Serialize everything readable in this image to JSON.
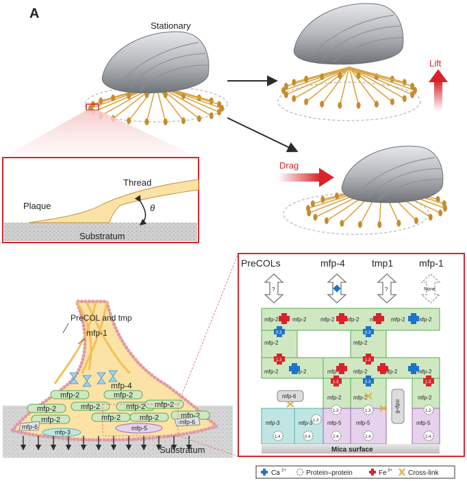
{
  "panel": {
    "label": "A"
  },
  "top": {
    "stationary": "Stationary",
    "lift": "Lift",
    "drag": "Drag"
  },
  "inset": {
    "thread": "Thread",
    "plaque": "Plaque",
    "theta": "θ",
    "substratum": "Substratum"
  },
  "plaque_diagram": {
    "precol_tmp": "PreCOL and tmp",
    "mfp1": "mfp-1",
    "mfp4": "mfp-4",
    "mfp2": "mfp-2",
    "mfp3": "mfp-3",
    "mfp5": "mfp-5",
    "mfp6": "mfp-6",
    "substratum": "Substratum"
  },
  "detail": {
    "headers": [
      "PreCOLs",
      "mfp-4",
      "tmp1",
      "mfp-1"
    ],
    "arrow_labels": {
      "q1": "?",
      "q2": "?",
      "none": "None"
    },
    "mfp2": "mfp-2",
    "mfp3": "mfp-3",
    "mfp5": "mfp-5",
    "mfp6": "mfp-6",
    "values": {
      "v03": "0.3",
      "v13": "1.3",
      "v14": "1.4",
      "v04": "0.4",
      "v24": "2.4"
    },
    "mica": "Mica surface"
  },
  "legend": {
    "ca": "Ca",
    "ca_sup": "2+",
    "pp": "Protein–protein",
    "fe": "Fe",
    "fe_sup": "3+",
    "xl": "Cross-link"
  },
  "colors": {
    "shell": "#a9acb1",
    "thread": "#d9a441",
    "plaque_fill": "#fbe3a6",
    "red_frame": "#d8232a",
    "mfp2_fill": "#cfe8c2",
    "mfp2_stroke": "#59a84f",
    "mfp3_fill": "#bfe6e3",
    "mfp5_fill": "#e6d2ec",
    "ca_blue": "#1e74c8",
    "fe_red": "#d8232a",
    "arrow_dark": "#2b2b2b"
  }
}
